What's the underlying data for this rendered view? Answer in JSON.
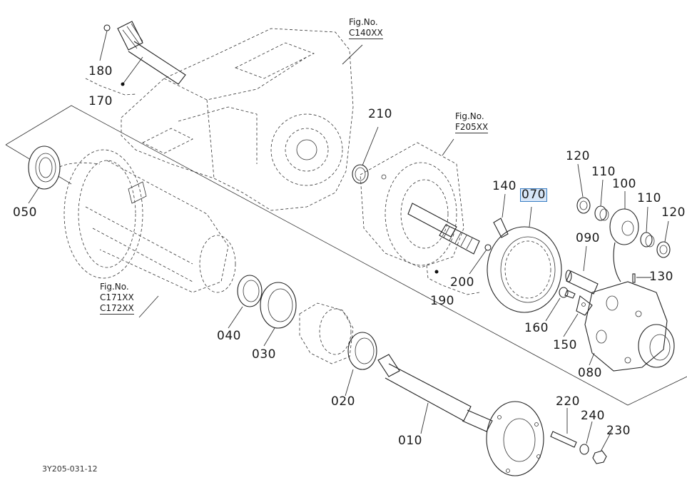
{
  "diagram": {
    "document_id": "3Y205-031-12",
    "highlight_color": "#d7e6f8",
    "highlight_border": "#3b7fc4",
    "selected_part": "070",
    "figure_references": [
      {
        "id": "fig-c140",
        "label": "Fig.No.",
        "codes": [
          "C140XX"
        ]
      },
      {
        "id": "fig-f205",
        "label": "Fig.No.",
        "codes": [
          "F205XX"
        ]
      },
      {
        "id": "fig-c171",
        "label": "Fig.No.",
        "codes": [
          "C171XX",
          "C172XX"
        ]
      }
    ],
    "callouts": {
      "p010": "010",
      "p020": "020",
      "p030": "030",
      "p040": "040",
      "p050": "050",
      "p070": "070",
      "p080": "080",
      "p090": "090",
      "p100": "100",
      "p110a": "110",
      "p110b": "110",
      "p120a": "120",
      "p120b": "120",
      "p130": "130",
      "p140": "140",
      "p150": "150",
      "p160": "160",
      "p170": "170",
      "p180": "180",
      "p190": "190",
      "p200": "200",
      "p210": "210",
      "p220": "220",
      "p230": "230",
      "p240": "240"
    }
  }
}
